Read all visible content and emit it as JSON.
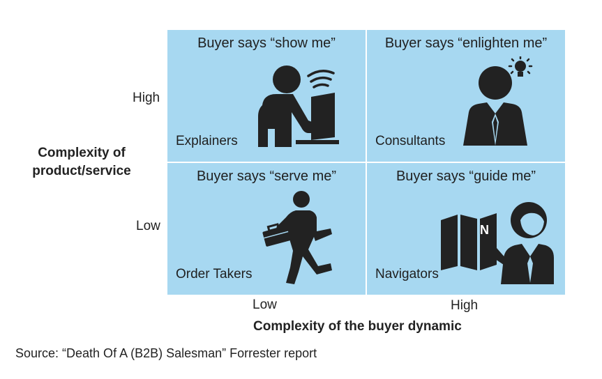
{
  "quadrants": {
    "top_left": {
      "says": "Buyer says “show me”",
      "role": "Explainers",
      "icon": "person-laptop-wifi-icon"
    },
    "top_right": {
      "says": "Buyer says “enlighten me”",
      "role": "Consultants",
      "icon": "businessman-lightbulb-icon"
    },
    "bottom_left": {
      "says": "Buyer says “serve me”",
      "role": "Order Takers",
      "icon": "walking-person-briefcase-icon"
    },
    "bottom_right": {
      "says": "Buyer says “guide me”",
      "role": "Navigators",
      "icon": "person-map-icon"
    }
  },
  "y_axis": {
    "title_line1": "Complexity of",
    "title_line2": "product/service",
    "high": "High",
    "low": "Low"
  },
  "x_axis": {
    "title": "Complexity of the buyer dynamic",
    "low": "Low",
    "high": "High"
  },
  "source": "Source: “Death Of A (B2B) Salesman” Forrester report",
  "colors": {
    "quadrant_fill": "#a7d8f1",
    "icon": "#222222"
  }
}
